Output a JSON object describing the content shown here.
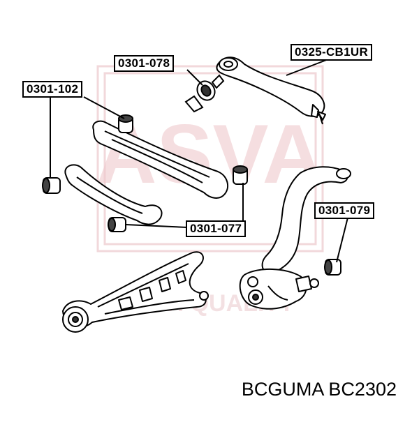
{
  "labels": {
    "part_078": "0301-078",
    "part_cb1ur": "0325-CB1UR",
    "part_102": "0301-102",
    "part_079": "0301-079",
    "part_077": "0301-077"
  },
  "watermark": {
    "main_text": "ASVA",
    "sub_text": "HIGH QUALITY",
    "color": "#e8b8bd"
  },
  "caption": "BCGUMA BC2302"
}
